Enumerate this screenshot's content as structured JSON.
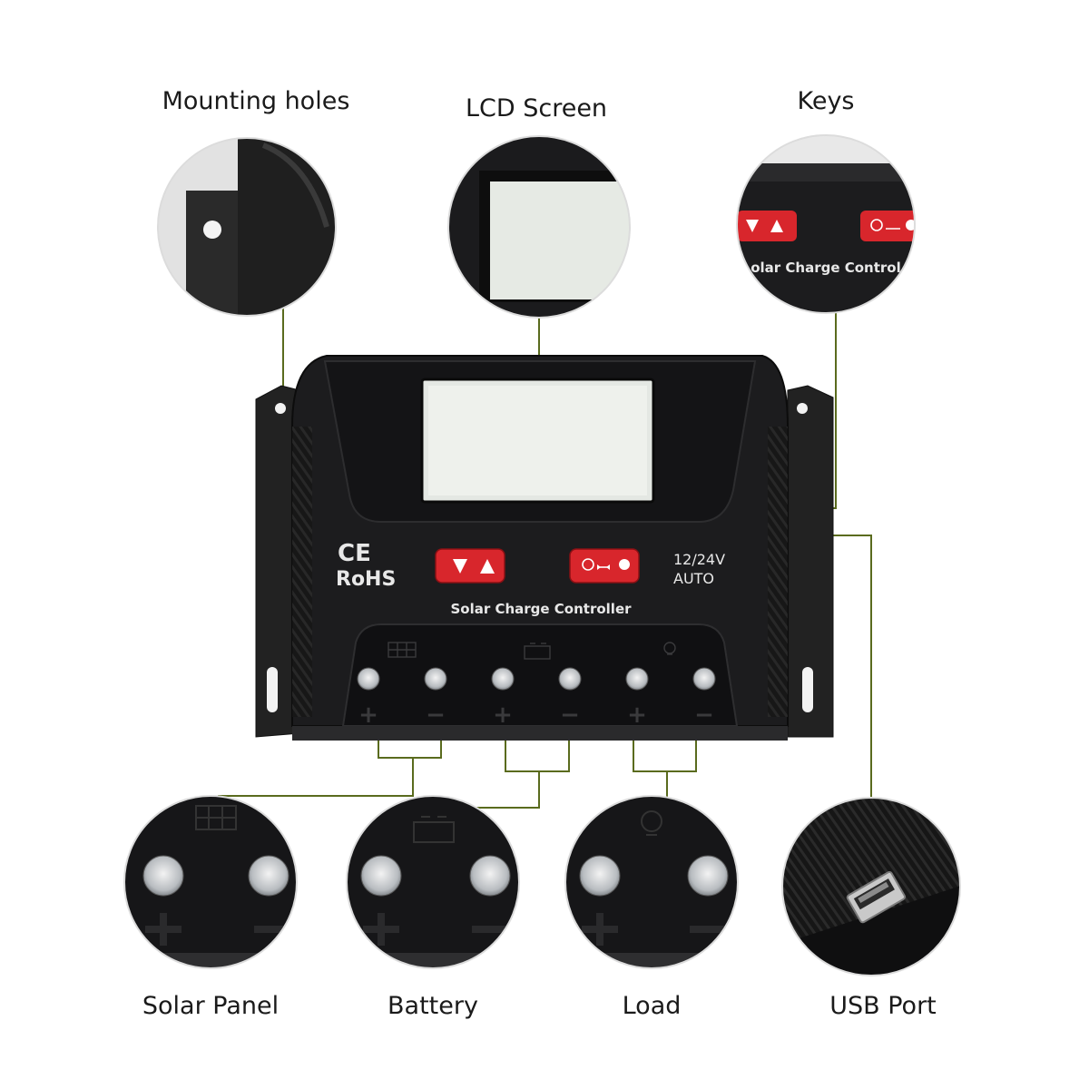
{
  "callouts": {
    "mounting_holes": "Mounting holes",
    "lcd_screen": "LCD Screen",
    "keys": "Keys",
    "solar_panel": "Solar Panel",
    "battery": "Battery",
    "load": "Load",
    "usb_port": "USB Port"
  },
  "device": {
    "ce_mark": "CE",
    "rohs_mark": "RoHS",
    "voltage_line1": "12/24V",
    "voltage_line2": "AUTO",
    "product_name": "Solar Charge Controller",
    "zoom_product_name": "olar Charge Control",
    "terminal_polarity": [
      "+",
      "−",
      "+",
      "−",
      "+",
      "−"
    ]
  },
  "colors": {
    "device_body": "#1c1c1e",
    "lcd": "#e4e8e3",
    "key_red": "#d8262c",
    "leader_line": "#5a6b1e"
  }
}
